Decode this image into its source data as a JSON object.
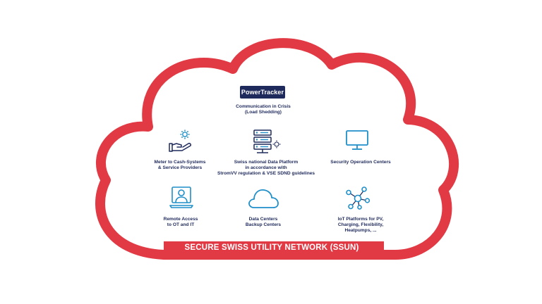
{
  "colors": {
    "cloud_red": "#e23a45",
    "ink": "#1f2a5c",
    "accent": "#1f8fc9"
  },
  "brand": {
    "name": "PowerTracker"
  },
  "top_label": "Communication in Crisis\n(Load Shedding)",
  "items": [
    {
      "label": "Meter to Cash-Systems\n& Service Providers",
      "icon": "hand-gear-icon"
    },
    {
      "label": "Swiss national Data Platform\nin accordance with\nStromVV regulation & VSE SDND guidelines",
      "icon": "server-stack-icon"
    },
    {
      "label": "Security Operation Centers",
      "icon": "monitor-icon"
    },
    {
      "label": "Remote Access\nto OT and IT",
      "icon": "user-laptop-icon"
    },
    {
      "label": "Data Centers\nBackup Centers",
      "icon": "cloud-icon"
    },
    {
      "label": "IoT Platforms for PV,\nCharging, Flexibility,\nHeatpumps, ...",
      "icon": "network-nodes-icon"
    }
  ],
  "banner": "SECURE SWISS UTILITY NETWORK (SSUN)"
}
